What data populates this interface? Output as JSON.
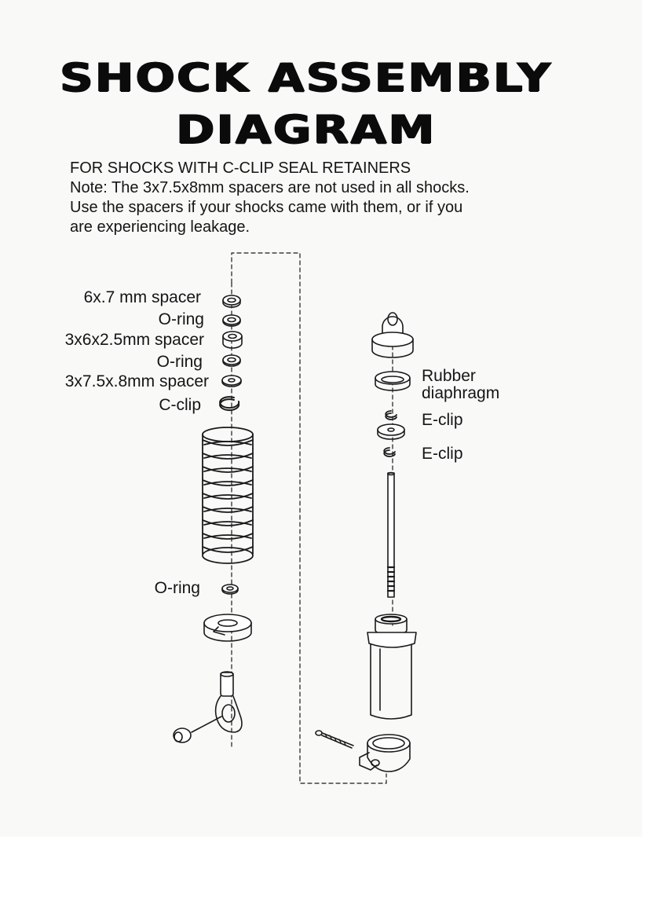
{
  "title": {
    "line1": "SHOCK ASSEMBLY",
    "line2": "DIAGRAM"
  },
  "note": {
    "line1": "FOR SHOCKS WITH C-CLIP SEAL RETAINERS",
    "line2": "Note: The 3x7.5x8mm spacers are not used in all shocks.",
    "line3": "Use the spacers if your shocks came with them, or if you",
    "line4": "are experiencing leakage."
  },
  "labels": {
    "spacer_6x7": "6x.7 mm spacer",
    "oring_1": "O-ring",
    "spacer_3x6x25": "3x6x2.5mm spacer",
    "oring_2": "O-ring",
    "spacer_3x75x8": "3x7.5x.8mm spacer",
    "cclip": "C-clip",
    "oring_3": "O-ring",
    "rubber_1": "Rubber",
    "rubber_2": "diaphragm",
    "eclip_1": "E-clip",
    "eclip_2": "E-clip"
  }
}
